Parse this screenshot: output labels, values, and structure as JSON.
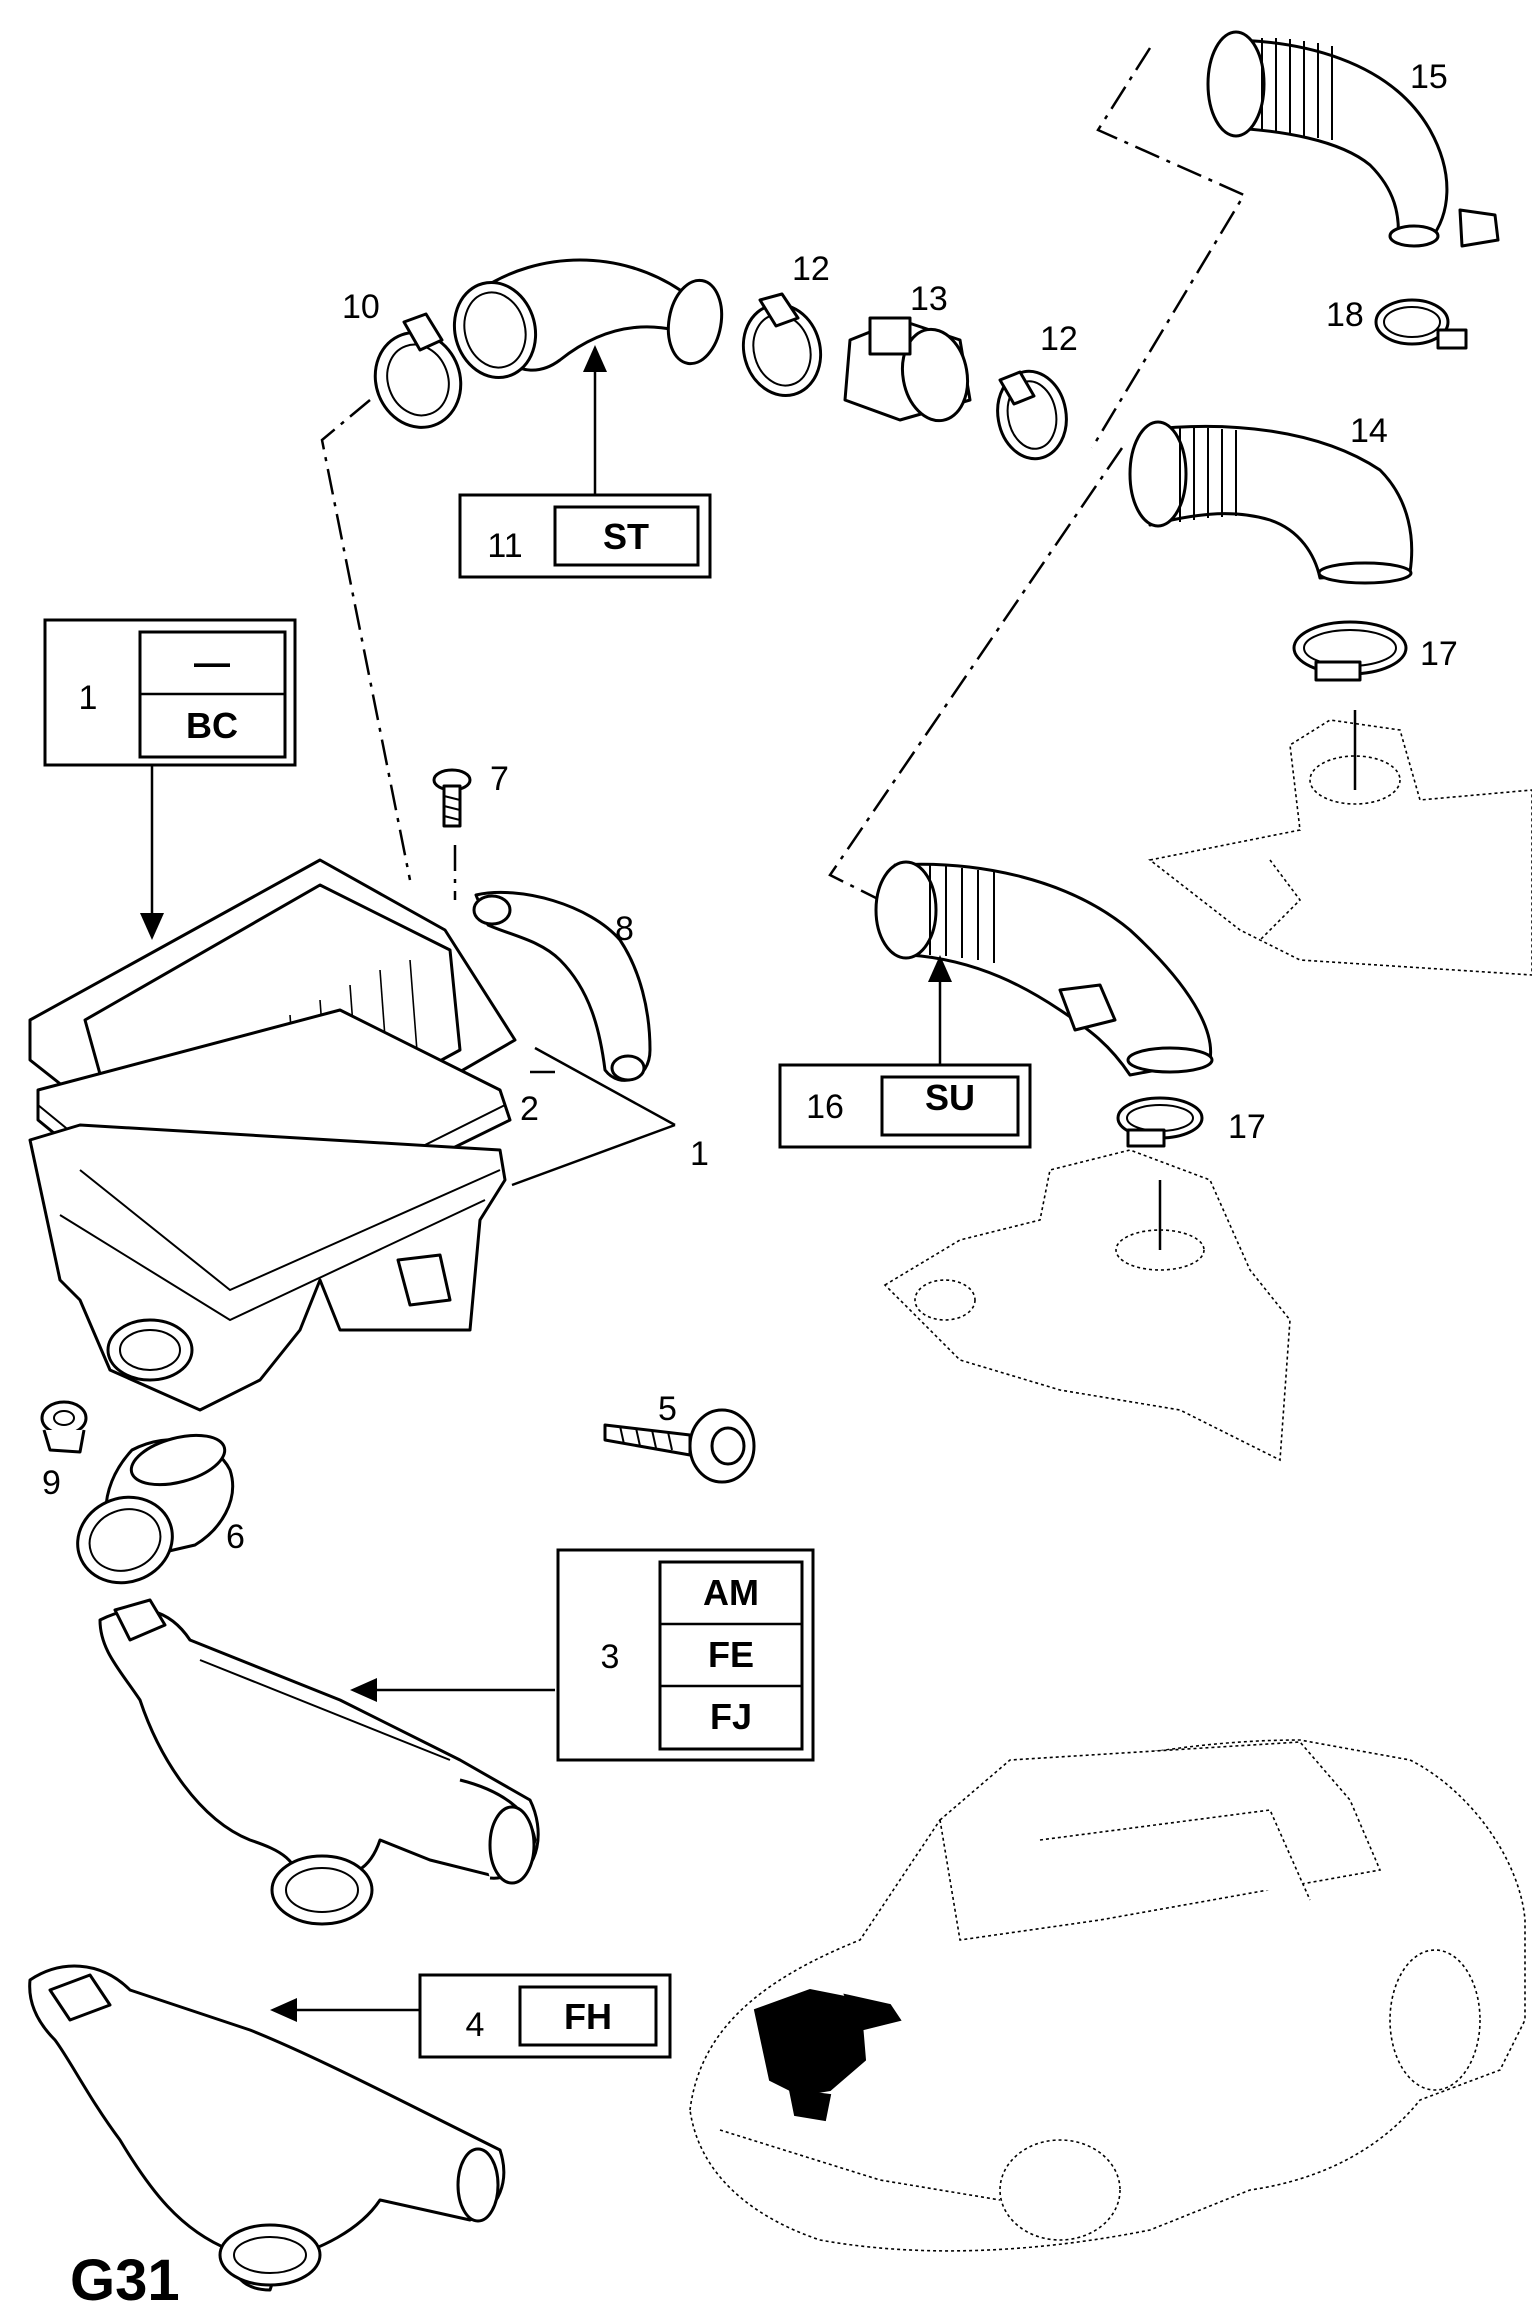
{
  "figure_ref": "G31",
  "callouts": {
    "c1": "1",
    "c2": "2",
    "c5": "5",
    "c6": "6",
    "c7": "7",
    "c8": "8",
    "c9": "9",
    "c10": "10",
    "c12a": "12",
    "c12b": "12",
    "c13": "13",
    "c14": "14",
    "c15": "15",
    "c17a": "17",
    "c17b": "17",
    "c18": "18"
  },
  "code_boxes": {
    "box1": {
      "number": "1",
      "codes": [
        "—",
        "BC"
      ]
    },
    "box3": {
      "number": "3",
      "codes": [
        "AM",
        "FE",
        "FJ"
      ]
    },
    "box4": {
      "number": "4",
      "codes": [
        "FH"
      ]
    },
    "box11": {
      "number": "11",
      "codes": [
        "ST"
      ]
    },
    "box16": {
      "number": "16",
      "codes": [
        "SU"
      ]
    }
  }
}
